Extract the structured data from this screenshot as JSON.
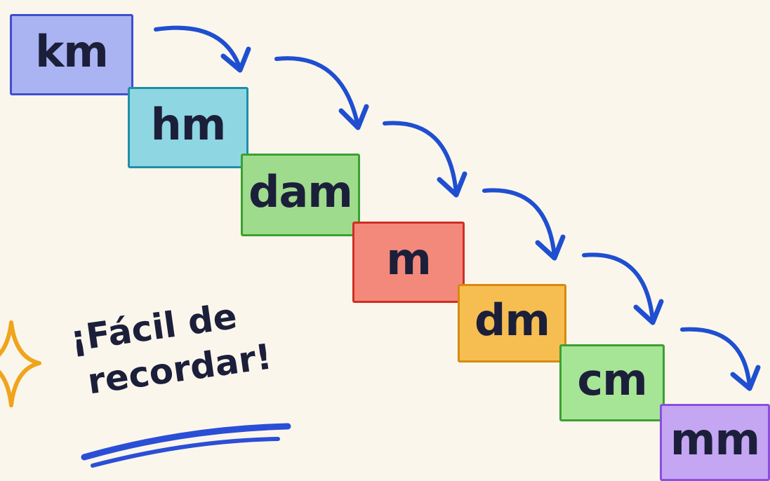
{
  "units": [
    {
      "label": "km",
      "fill": "#aab4f2",
      "border": "#3f4fd0"
    },
    {
      "label": "hm",
      "fill": "#8fd6e3",
      "border": "#1f8fa6"
    },
    {
      "label": "dam",
      "fill": "#9fdb8d",
      "border": "#3aa12f"
    },
    {
      "label": "m",
      "fill": "#f3897a",
      "border": "#d02e24"
    },
    {
      "label": "dm",
      "fill": "#f6be50",
      "border": "#d68a12"
    },
    {
      "label": "cm",
      "fill": "#a7e596",
      "border": "#3aa12f"
    },
    {
      "label": "mm",
      "fill": "#c5a6f3",
      "border": "#8a4fe0"
    }
  ],
  "callout": {
    "line1": "¡Fácil de",
    "line2": "recordar!"
  },
  "colors": {
    "arrow": "#1f4fd0",
    "underline": "#2a4fd6",
    "sparkle": "#f0a41c",
    "text": "#1c1f3a",
    "background": "#fbf6ec"
  },
  "icons": {
    "arrow": "curved-arrow-icon",
    "sparkle": "sparkle-icon",
    "underline": "scribble-underline"
  }
}
